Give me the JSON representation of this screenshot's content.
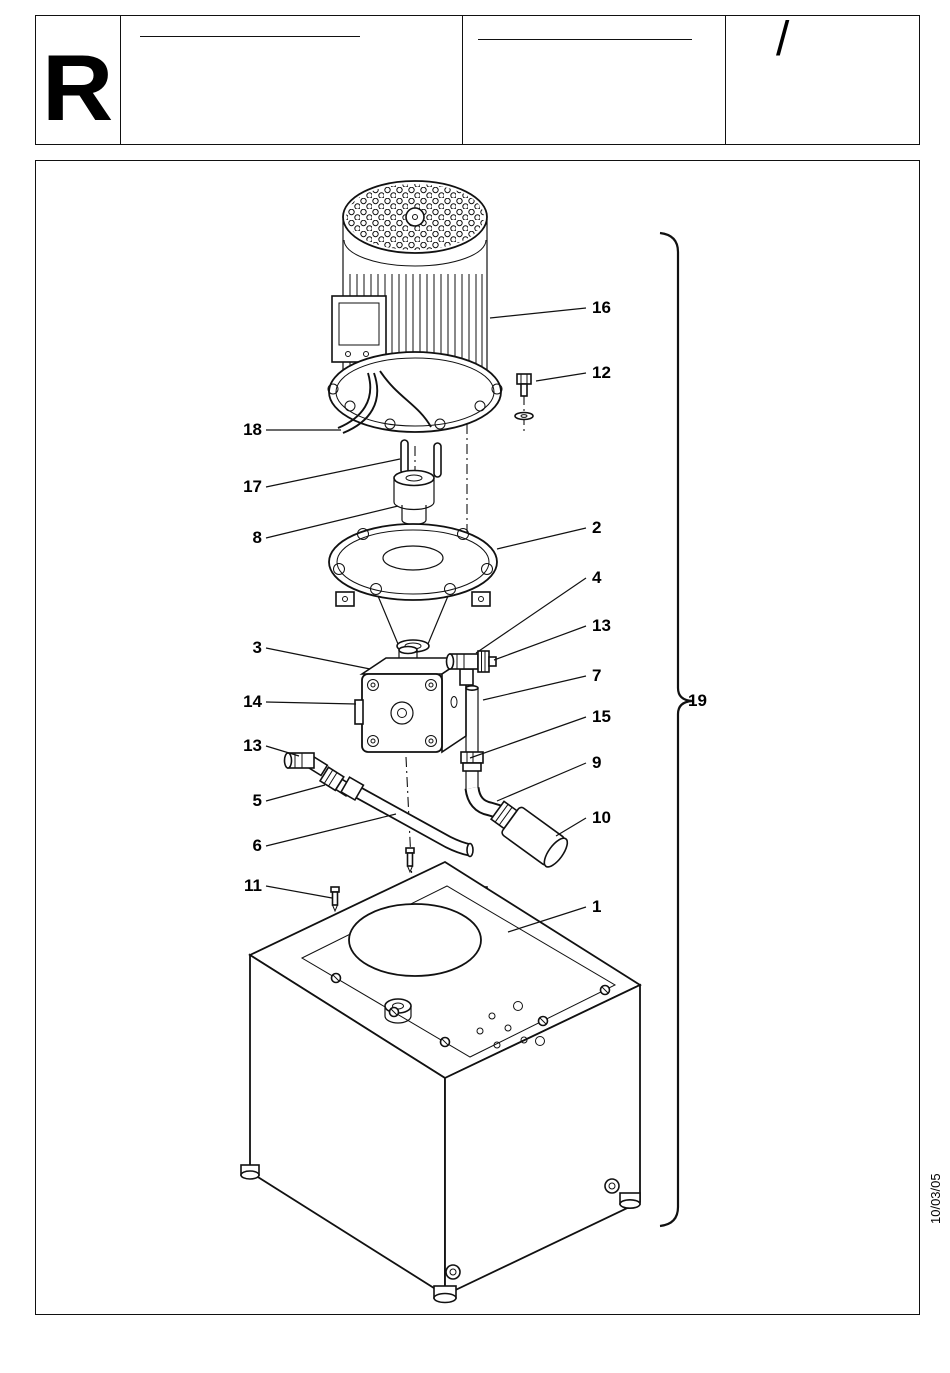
{
  "header": {
    "logo_text": "R",
    "revision_mark": "/"
  },
  "side_note": "10/03/05",
  "parts": {
    "labels": [
      {
        "id": "16"
      },
      {
        "id": "12"
      },
      {
        "id": "18"
      },
      {
        "id": "17"
      },
      {
        "id": "8"
      },
      {
        "id": "2"
      },
      {
        "id": "4"
      },
      {
        "id": "13"
      },
      {
        "id": "7"
      },
      {
        "id": "3"
      },
      {
        "id": "14"
      },
      {
        "id": "15"
      },
      {
        "id": "13"
      },
      {
        "id": "9"
      },
      {
        "id": "5"
      },
      {
        "id": "10"
      },
      {
        "id": "6"
      },
      {
        "id": "11"
      },
      {
        "id": "1"
      },
      {
        "id": "19"
      }
    ]
  }
}
